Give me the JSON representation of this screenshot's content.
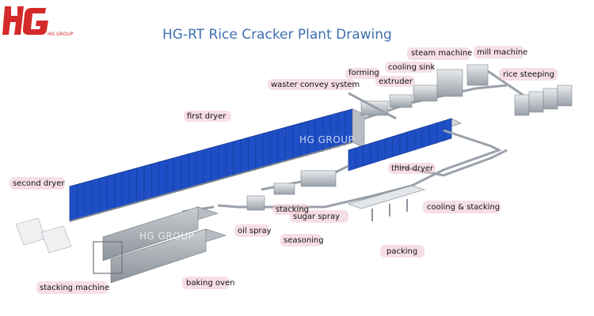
{
  "brand": {
    "logo_text": "HG",
    "logo_sub": "HG GROUP",
    "color": "#d42a2a"
  },
  "title": "HG-RT Rice Cracker Plant Drawing",
  "watermark": "HG GROUP",
  "labels": {
    "steam_machine": "steam machine",
    "mill_machine": "mill machine",
    "cooling_sink": "cooling sink",
    "forming": "forming",
    "extruder": "extruder",
    "rice_steeping": "rice steeping",
    "waster_convey_system": "waster convey system",
    "first_dryer": "first dryer",
    "second_dryer": "second dryer",
    "third_dryer": "third dryer",
    "stacking": "stacking",
    "sugar_spray": "sugar spray",
    "oil_spray": "oil spray",
    "seasoning": "seasoning",
    "cooling_and_stacking": "cooling & stacking",
    "packing": "packing",
    "stacking_machine": "stacking machine",
    "baking_oven": "baking oven"
  },
  "colors": {
    "dryer_blue": "#1f4fc7",
    "steel": "#c7ccd2",
    "steel_dark": "#8c939b",
    "title": "#3f6fb0"
  }
}
